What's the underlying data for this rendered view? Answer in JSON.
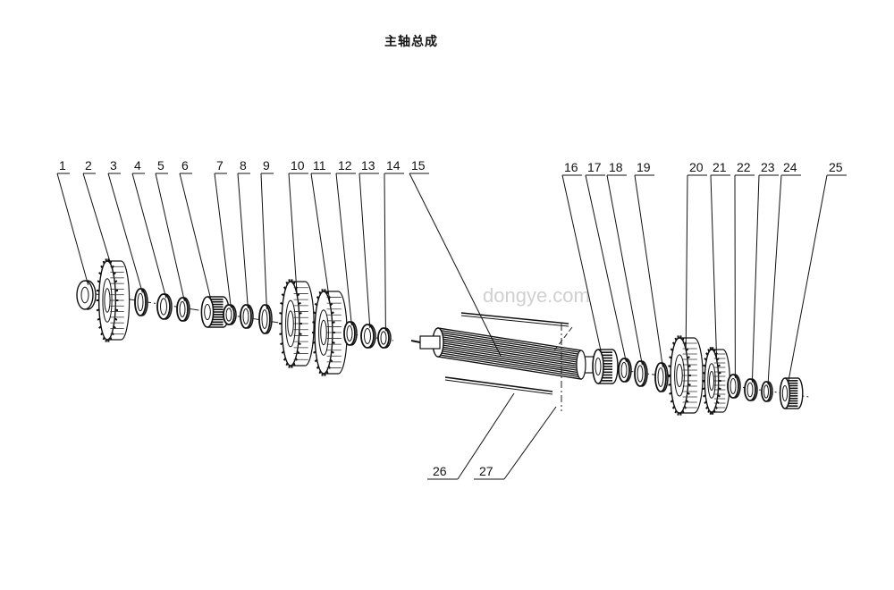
{
  "title": "主轴总成",
  "watermark": "dongye.com",
  "parts": [
    {
      "id": "1",
      "label": "1",
      "shape": "washer"
    },
    {
      "id": "2",
      "label": "2",
      "shape": "gear"
    },
    {
      "id": "3",
      "label": "3",
      "shape": "ring"
    },
    {
      "id": "4",
      "label": "4",
      "shape": "ring"
    },
    {
      "id": "5",
      "label": "5",
      "shape": "ring"
    },
    {
      "id": "6",
      "label": "6",
      "shape": "bearing"
    },
    {
      "id": "7",
      "label": "7",
      "shape": "ring"
    },
    {
      "id": "8",
      "label": "8",
      "shape": "ring"
    },
    {
      "id": "9",
      "label": "9",
      "shape": "ring"
    },
    {
      "id": "10",
      "label": "10",
      "shape": "gear"
    },
    {
      "id": "11",
      "label": "11",
      "shape": "gear"
    },
    {
      "id": "12",
      "label": "12",
      "shape": "ring"
    },
    {
      "id": "13",
      "label": "13",
      "shape": "ring"
    },
    {
      "id": "14",
      "label": "14",
      "shape": "ring"
    },
    {
      "id": "15",
      "label": "15",
      "shape": "shaft"
    },
    {
      "id": "16",
      "label": "16",
      "shape": "bearing"
    },
    {
      "id": "17",
      "label": "17",
      "shape": "ring"
    },
    {
      "id": "18",
      "label": "18",
      "shape": "ring"
    },
    {
      "id": "19",
      "label": "19",
      "shape": "ring"
    },
    {
      "id": "20",
      "label": "20",
      "shape": "gear"
    },
    {
      "id": "21",
      "label": "21",
      "shape": "gear"
    },
    {
      "id": "22",
      "label": "22",
      "shape": "ring"
    },
    {
      "id": "23",
      "label": "23",
      "shape": "ring"
    },
    {
      "id": "24",
      "label": "24",
      "shape": "ring"
    },
    {
      "id": "25",
      "label": "25",
      "shape": "bearing"
    },
    {
      "id": "26",
      "label": "26",
      "shape": "key"
    },
    {
      "id": "27",
      "label": "27",
      "shape": "key"
    }
  ]
}
